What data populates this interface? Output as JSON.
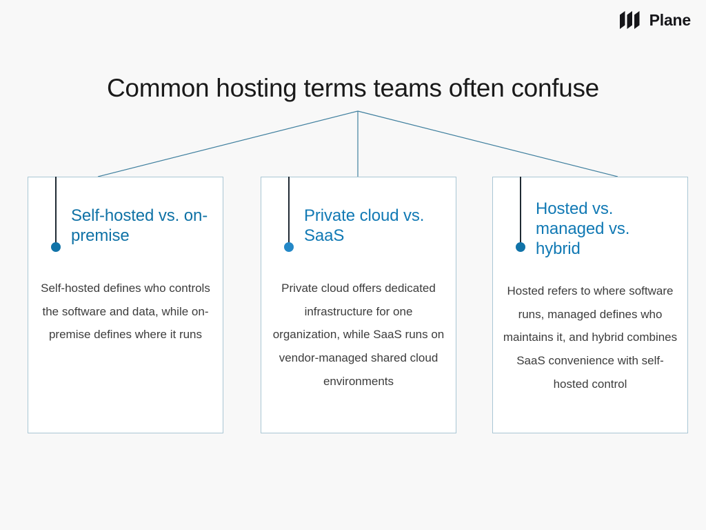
{
  "brand": {
    "name": "Plane",
    "logo_icon": "plane-logo-icon"
  },
  "title": "Common hosting terms teams often confuse",
  "colors": {
    "background": "#f8f8f8",
    "card_background": "#ffffff",
    "card_border": "#a9c6d4",
    "heading_blue": "#0f72a6",
    "heading_blue_alt": "#1179b4",
    "dot_blue": "#1173a8",
    "stem_dark": "#1f2a33",
    "connector_line": "#3f7f9e",
    "body_text": "#3c3c3c",
    "title_text": "#1a1a1a",
    "brand_text": "#16161a"
  },
  "cards": [
    {
      "heading": "Self-hosted vs. on-premise",
      "body": "Self-hosted defines who controls the software and data, while on-premise defines where it runs"
    },
    {
      "heading": "Private cloud vs. SaaS",
      "body": "Private cloud offers dedicated infrastructure for one organization, while SaaS runs on vendor-managed shared cloud environments"
    },
    {
      "heading": "Hosted vs. managed vs. hybrid",
      "body": "Hosted refers to where software runs, managed defines who maintains it, and hybrid combines SaaS convenience with self-hosted control"
    }
  ]
}
